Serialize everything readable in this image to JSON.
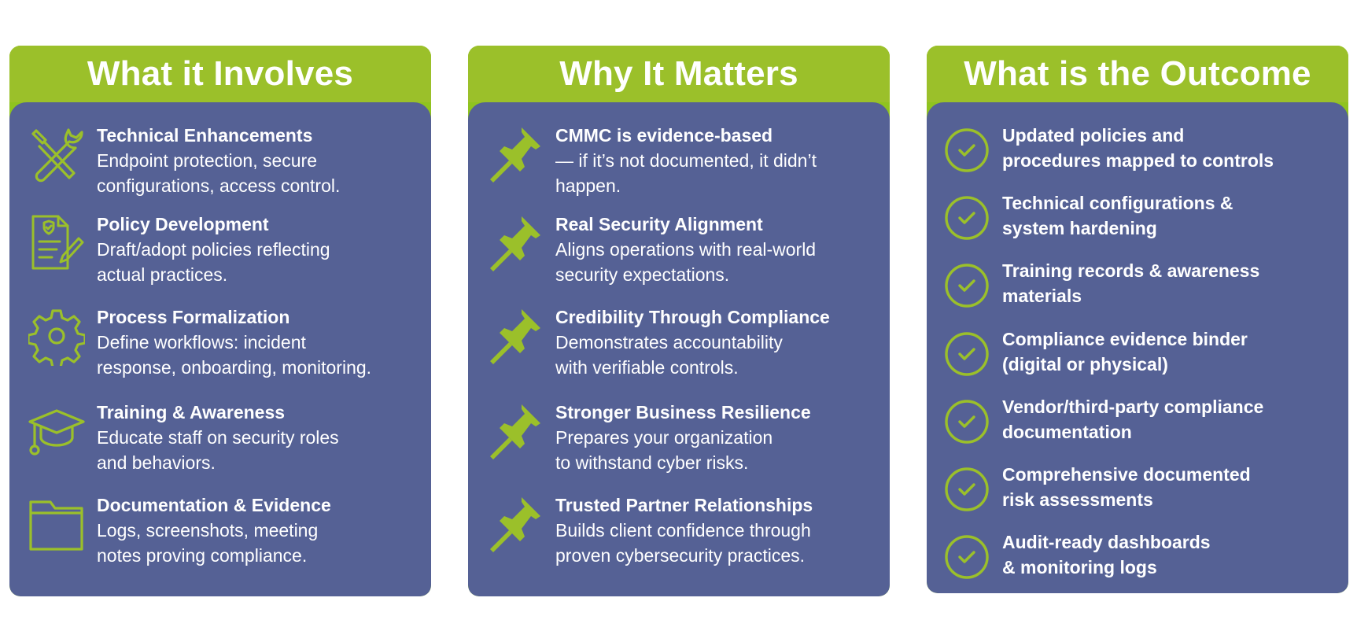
{
  "colors": {
    "accent": "#9bc02a",
    "panel": "#556195",
    "text": "#ffffff"
  },
  "columns": [
    {
      "title": "What it Involves",
      "items": [
        {
          "icon": "tools-icon",
          "title": "Technical Enhancements",
          "desc": "Endpoint protection, secure\nconfigurations, access control."
        },
        {
          "icon": "policy-document-icon",
          "title": "Policy Development",
          "desc": "Draft/adopt policies reflecting\nactual practices."
        },
        {
          "icon": "gear-icon",
          "title": "Process Formalization",
          "desc": "Define workflows: incident\nresponse, onboarding, monitoring."
        },
        {
          "icon": "graduation-cap-icon",
          "title": "Training & Awareness",
          "desc": "Educate staff on security roles\nand behaviors."
        },
        {
          "icon": "folder-icon",
          "title": "Documentation & Evidence",
          "desc": "Logs, screenshots, meeting\nnotes proving compliance."
        }
      ]
    },
    {
      "title": "Why It Matters",
      "items": [
        {
          "icon": "pushpin-icon",
          "title": "CMMC is evidence-based",
          "desc": "— if it’s not documented, it didn’t\nhappen."
        },
        {
          "icon": "pushpin-icon",
          "title": "Real Security Alignment",
          "desc": "Aligns operations with real-world\nsecurity expectations."
        },
        {
          "icon": "pushpin-icon",
          "title": "Credibility Through Compliance",
          "desc": "Demonstrates accountability\nwith verifiable controls."
        },
        {
          "icon": "pushpin-icon",
          "title": "Stronger Business Resilience",
          "desc": "Prepares your organization\nto withstand cyber risks."
        },
        {
          "icon": "pushpin-icon",
          "title": "Trusted Partner Relationships",
          "desc": "Builds client confidence through\nproven cybersecurity practices."
        }
      ]
    },
    {
      "title": "What is the Outcome",
      "items": [
        {
          "icon": "check-circle-icon",
          "text": "Updated policies and\nprocedures mapped to controls"
        },
        {
          "icon": "check-circle-icon",
          "text": "Technical configurations &\nsystem hardening"
        },
        {
          "icon": "check-circle-icon",
          "text": "Training records & awareness\nmaterials"
        },
        {
          "icon": "check-circle-icon",
          "text": "Compliance evidence binder\n(digital or physical)"
        },
        {
          "icon": "check-circle-icon",
          "text": "Vendor/third-party compliance\ndocumentation"
        },
        {
          "icon": "check-circle-icon",
          "text": "Comprehensive documented\nrisk assessments"
        },
        {
          "icon": "check-circle-icon",
          "text": "Audit-ready dashboards\n& monitoring logs"
        }
      ]
    }
  ]
}
